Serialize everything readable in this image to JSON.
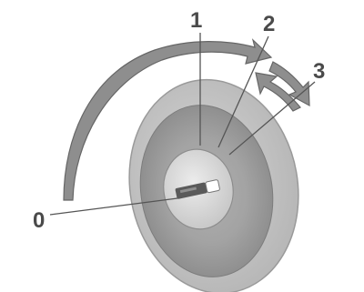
{
  "diagram": {
    "positions": [
      {
        "id": "pos-0",
        "label": "0"
      },
      {
        "id": "pos-1",
        "label": "1"
      },
      {
        "id": "pos-2",
        "label": "2"
      },
      {
        "id": "pos-3",
        "label": "3"
      }
    ],
    "colors": {
      "dial_outer": "#c4c4c4",
      "dial_inner": "#9a9a9a",
      "dial_shadow": "#7c7c7c",
      "key_slot": "#dcdcdc",
      "arrow_fill": "#8e8e8e",
      "arrow_stroke": "#666666",
      "leader_line": "#555555"
    }
  }
}
